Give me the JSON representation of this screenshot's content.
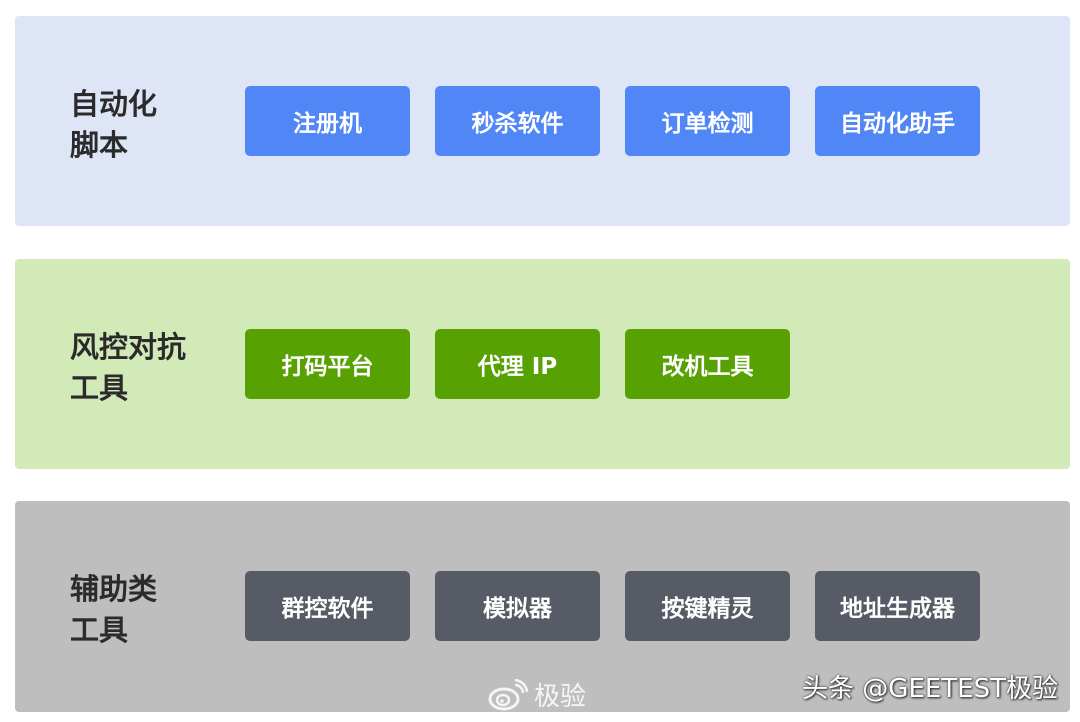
{
  "rows": [
    {
      "category": [
        "自动化",
        "脚本"
      ],
      "color_bg": "#dde5f7",
      "color_button": "#5086f6",
      "items": [
        "注册机",
        "秒杀软件",
        "订单检测",
        "自动化助手"
      ]
    },
    {
      "category": [
        "风控对抗",
        "工具"
      ],
      "color_bg": "#d2eab7",
      "color_button": "#58a103",
      "items": [
        "打码平台",
        "代理 IP",
        "改机工具"
      ]
    },
    {
      "category": [
        "辅助类",
        "工具"
      ],
      "color_bg": "#bebebe",
      "color_button": "#575b66",
      "items": [
        "群控软件",
        "模拟器",
        "按键精灵",
        "地址生成器"
      ]
    }
  ],
  "watermarks": {
    "weibo": "极验",
    "toutiao": "头条 @GEETEST极验"
  }
}
